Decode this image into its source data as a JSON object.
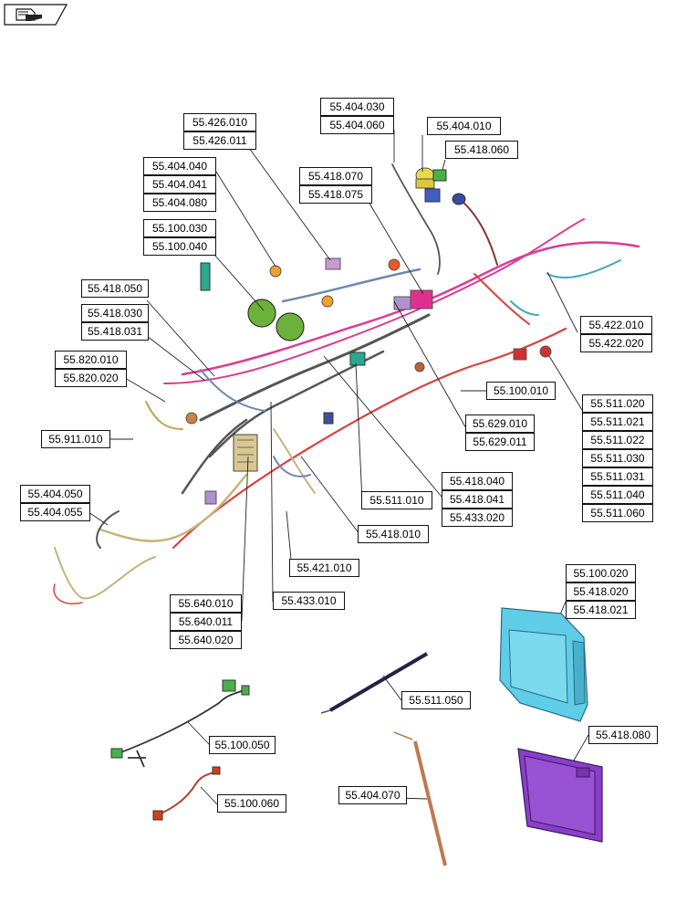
{
  "nav": {
    "icon": "open-book-icon"
  },
  "labels": {
    "l55404030": "55.404.030",
    "l55404060": "55.404.060",
    "l55404010": "55.404.010",
    "l55418060": "55.418.060",
    "l55426010": "55.426.010",
    "l55426011": "55.426.011",
    "l55418070": "55.418.070",
    "l55418075": "55.418.075",
    "l55404040": "55.404.040",
    "l55404041": "55.404.041",
    "l55404080": "55.404.080",
    "l55100030": "55.100.030",
    "l55100040": "55.100.040",
    "l55418050": "55.418.050",
    "l55418030": "55.418.030",
    "l55418031": "55.418.031",
    "l55820010": "55.820.010",
    "l55820020": "55.820.020",
    "l55911010": "55.911.010",
    "l55404050": "55.404.050",
    "l55404055": "55.404.055",
    "l55422010": "55.422.010",
    "l55422020": "55.422.020",
    "l55511020": "55.511.020",
    "l55511021": "55.511.021",
    "l55511022": "55.511.022",
    "l55511030": "55.511.030",
    "l55511031": "55.511.031",
    "l55511040": "55.511.040",
    "l55511060": "55.511.060",
    "l55100010": "55.100.010",
    "l55629010": "55.629.010",
    "l55629011": "55.629.011",
    "l55418040": "55.418.040",
    "l55418041": "55.418.041",
    "l55433020": "55.433.020",
    "l55511010": "55.511.010",
    "l55418010": "55.418.010",
    "l55421010": "55.421.010",
    "l55433010": "55.433.010",
    "l55640010": "55.640.010",
    "l55640011": "55.640.011",
    "l55640020": "55.640.020",
    "l55100020": "55.100.020",
    "l55418020": "55.418.020",
    "l55418021": "55.418.021",
    "l55511050": "55.511.050",
    "l55418080": "55.418.080",
    "l55100050": "55.100.050",
    "l55100060": "55.100.060",
    "l55404070": "55.404.070"
  },
  "colors": {
    "harness_main": "#d93b96",
    "harness_red": "#d9423f",
    "harness_gray": "#555555",
    "harness_tan": "#c8b27a",
    "harness_blue": "#6a8ab0",
    "cyan_monitor": "#5fcde8",
    "purple_display": "#8a3fc8",
    "green_lamp": "#6cb23a",
    "magenta_module": "#e0308f",
    "leader": "#222222"
  }
}
